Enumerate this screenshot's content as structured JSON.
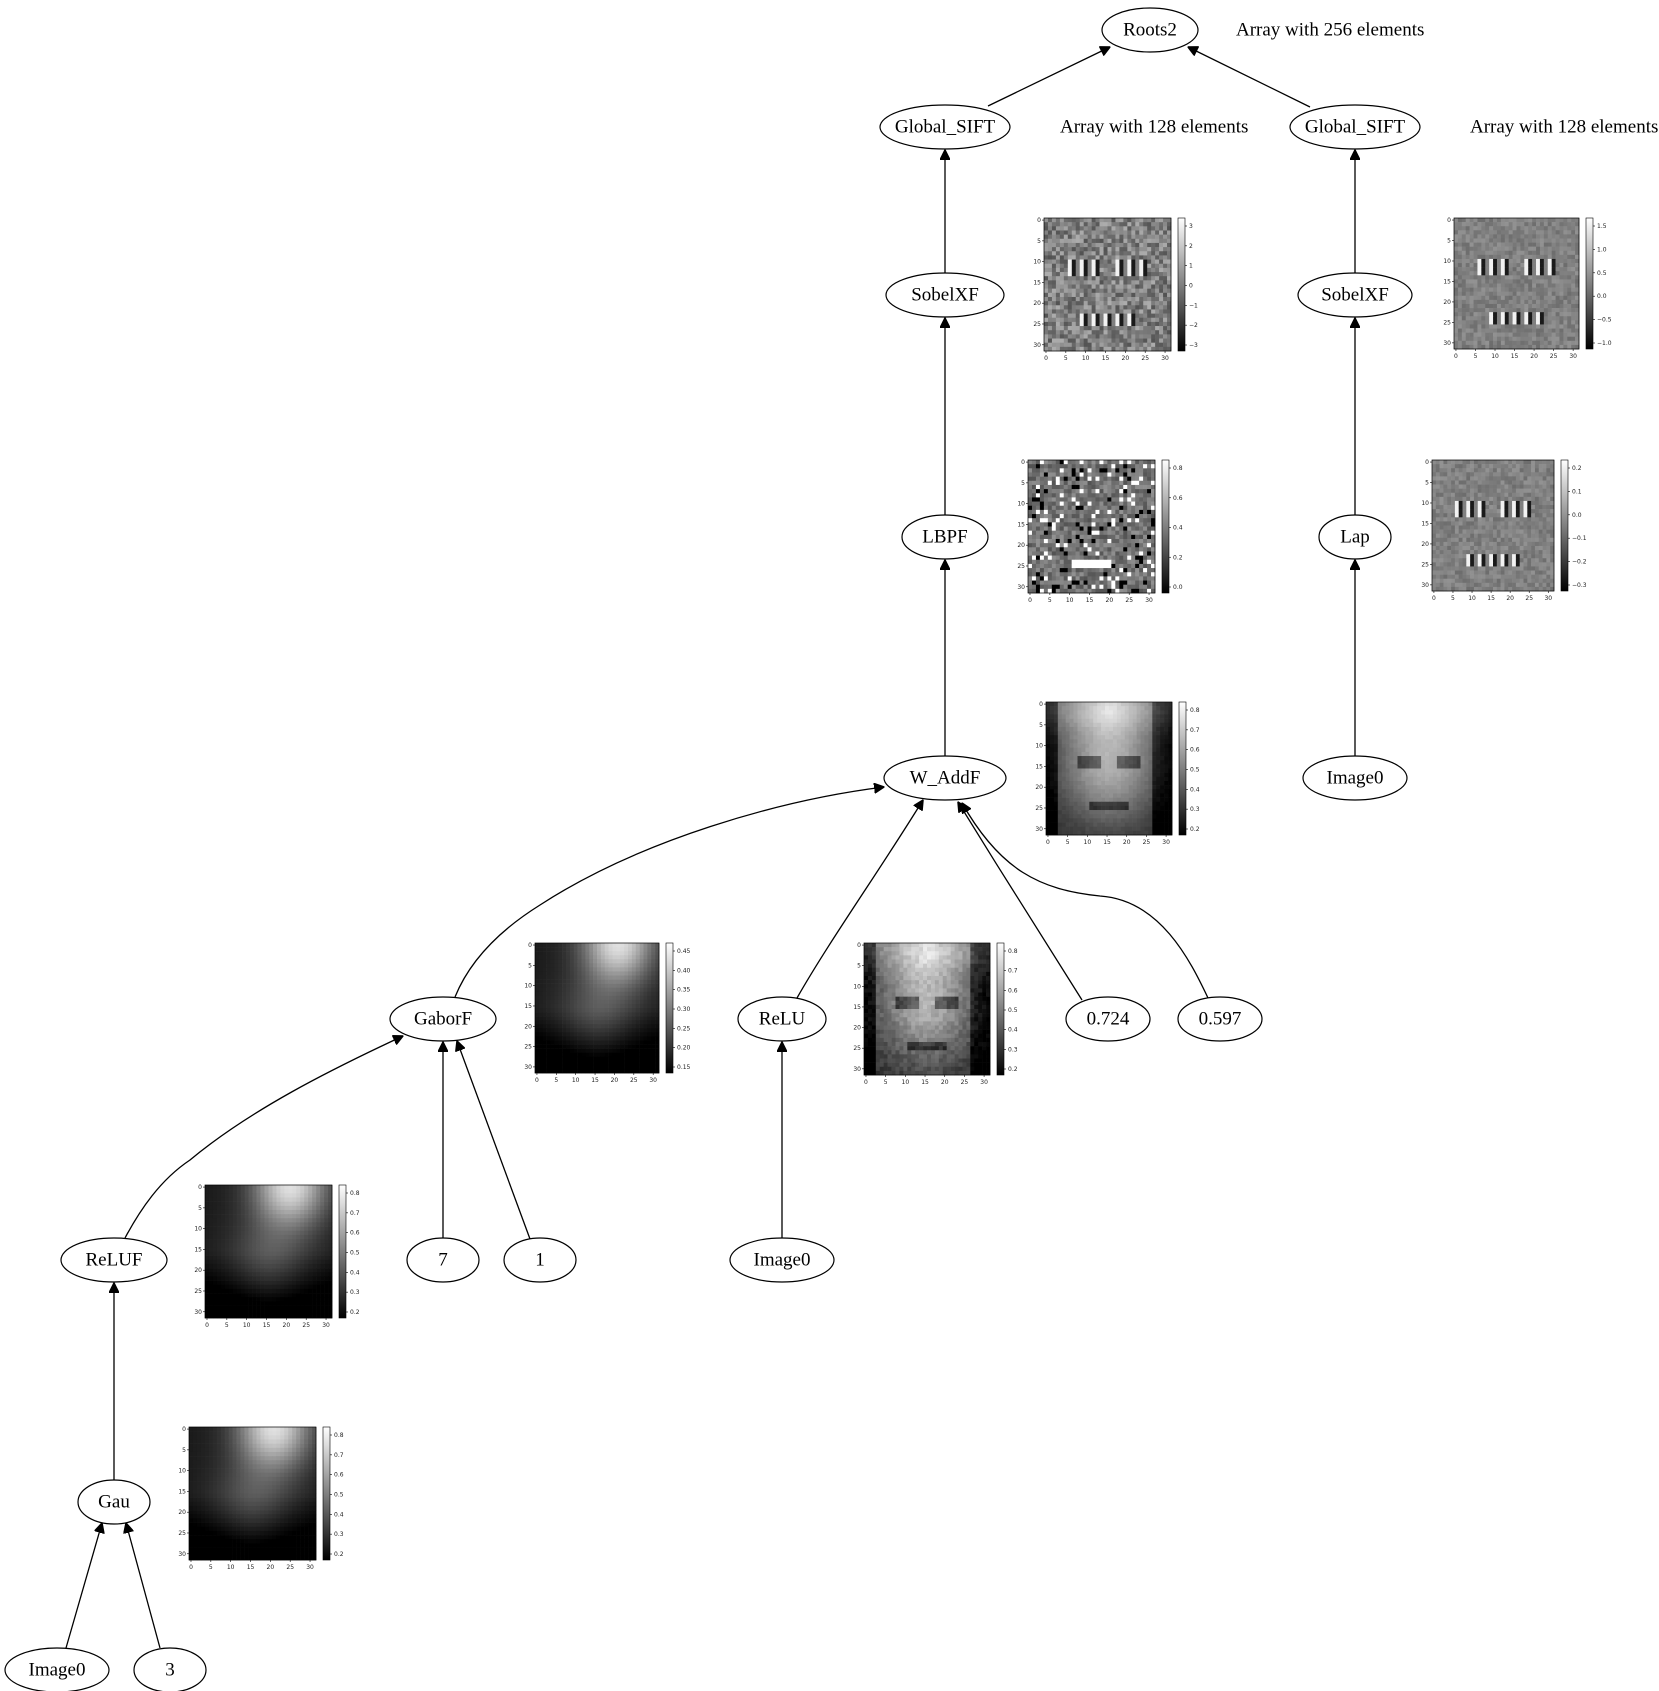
{
  "nodes": [
    {
      "id": "roots2",
      "label": "Roots2"
    },
    {
      "id": "global_sift_left",
      "label": "Global_SIFT"
    },
    {
      "id": "global_sift_right",
      "label": "Global_SIFT"
    },
    {
      "id": "sobelxf_left",
      "label": "SobelXF"
    },
    {
      "id": "sobelxf_right",
      "label": "SobelXF"
    },
    {
      "id": "lbpf",
      "label": "LBPF"
    },
    {
      "id": "lap",
      "label": "Lap"
    },
    {
      "id": "w_addf",
      "label": "W_AddF"
    },
    {
      "id": "image0_right",
      "label": "Image0"
    },
    {
      "id": "gaborf",
      "label": "GaborF"
    },
    {
      "id": "relu",
      "label": "ReLU"
    },
    {
      "id": "const_0724",
      "label": "0.724"
    },
    {
      "id": "const_0597",
      "label": "0.597"
    },
    {
      "id": "reluf",
      "label": "ReLUF"
    },
    {
      "id": "const_7",
      "label": "7"
    },
    {
      "id": "const_1",
      "label": "1"
    },
    {
      "id": "image0_mid",
      "label": "Image0"
    },
    {
      "id": "gau",
      "label": "Gau"
    },
    {
      "id": "image0_left",
      "label": "Image0"
    },
    {
      "id": "const_3",
      "label": "3"
    }
  ],
  "edges": [
    {
      "from": "global_sift_left",
      "to": "roots2"
    },
    {
      "from": "global_sift_right",
      "to": "roots2"
    },
    {
      "from": "sobelxf_left",
      "to": "global_sift_left"
    },
    {
      "from": "sobelxf_right",
      "to": "global_sift_right"
    },
    {
      "from": "lbpf",
      "to": "sobelxf_left"
    },
    {
      "from": "lap",
      "to": "sobelxf_right"
    },
    {
      "from": "w_addf",
      "to": "lbpf"
    },
    {
      "from": "image0_right",
      "to": "lap"
    },
    {
      "from": "gaborf",
      "to": "w_addf"
    },
    {
      "from": "relu",
      "to": "w_addf"
    },
    {
      "from": "const_0724",
      "to": "w_addf"
    },
    {
      "from": "const_0597",
      "to": "w_addf"
    },
    {
      "from": "reluf",
      "to": "gaborf"
    },
    {
      "from": "const_7",
      "to": "gaborf"
    },
    {
      "from": "const_1",
      "to": "gaborf"
    },
    {
      "from": "image0_mid",
      "to": "relu"
    },
    {
      "from": "gau",
      "to": "reluf"
    },
    {
      "from": "image0_left",
      "to": "gau"
    },
    {
      "from": "const_3",
      "to": "gau"
    }
  ],
  "annotations": [
    {
      "id": "roots2_note",
      "text": "Array with 256 elements"
    },
    {
      "id": "sift_left_note",
      "text": "Array with 128 elements"
    },
    {
      "id": "sift_right_note",
      "text": "Array with 128 elements"
    }
  ],
  "thumbnails": [
    {
      "id": "thumb_sobel_left",
      "node": "sobelxf_left",
      "pattern": "edges",
      "axis_ticks": [
        "0",
        "5",
        "10",
        "15",
        "20",
        "25",
        "30"
      ],
      "colorbar_ticks": [
        "3",
        "2",
        "1",
        "0",
        "−1",
        "−2",
        "−3"
      ]
    },
    {
      "id": "thumb_sobel_right",
      "node": "sobelxf_right",
      "pattern": "edges-soft",
      "axis_ticks": [
        "0",
        "5",
        "10",
        "15",
        "20",
        "25",
        "30"
      ],
      "colorbar_ticks": [
        "1.5",
        "1.0",
        "0.5",
        "0.0",
        "−0.5",
        "−1.0"
      ]
    },
    {
      "id": "thumb_lbpf",
      "node": "lbpf",
      "pattern": "binary",
      "axis_ticks": [
        "0",
        "5",
        "10",
        "15",
        "20",
        "25",
        "30"
      ],
      "colorbar_ticks": [
        "0.8",
        "0.6",
        "0.4",
        "0.2",
        "0.0"
      ]
    },
    {
      "id": "thumb_lap",
      "node": "lap",
      "pattern": "edges-soft",
      "axis_ticks": [
        "0",
        "5",
        "10",
        "15",
        "20",
        "25",
        "30"
      ],
      "colorbar_ticks": [
        "0.2",
        "0.1",
        "0.0",
        "−0.1",
        "−0.2",
        "−0.3"
      ]
    },
    {
      "id": "thumb_waddf",
      "node": "w_addf",
      "pattern": "face-blur",
      "axis_ticks": [
        "0",
        "5",
        "10",
        "15",
        "20",
        "25",
        "30"
      ],
      "colorbar_ticks": [
        "0.8",
        "0.7",
        "0.6",
        "0.5",
        "0.4",
        "0.3",
        "0.2"
      ]
    },
    {
      "id": "thumb_gaborf",
      "node": "gaborf",
      "pattern": "blob",
      "axis_ticks": [
        "0",
        "5",
        "10",
        "15",
        "20",
        "25",
        "30"
      ],
      "colorbar_ticks": [
        "0.45",
        "0.40",
        "0.35",
        "0.30",
        "0.25",
        "0.20",
        "0.15"
      ]
    },
    {
      "id": "thumb_relu",
      "node": "relu",
      "pattern": "face",
      "axis_ticks": [
        "0",
        "5",
        "10",
        "15",
        "20",
        "25",
        "30"
      ],
      "colorbar_ticks": [
        "0.8",
        "0.7",
        "0.6",
        "0.5",
        "0.4",
        "0.3",
        "0.2"
      ]
    },
    {
      "id": "thumb_reluf",
      "node": "reluf",
      "pattern": "blob",
      "axis_ticks": [
        "0",
        "5",
        "10",
        "15",
        "20",
        "25",
        "30"
      ],
      "colorbar_ticks": [
        "0.8",
        "0.7",
        "0.6",
        "0.5",
        "0.4",
        "0.3",
        "0.2"
      ]
    },
    {
      "id": "thumb_gau",
      "node": "gau",
      "pattern": "blob",
      "axis_ticks": [
        "0",
        "5",
        "10",
        "15",
        "20",
        "25",
        "30"
      ],
      "colorbar_ticks": [
        "0.8",
        "0.7",
        "0.6",
        "0.5",
        "0.4",
        "0.3",
        "0.2"
      ]
    }
  ]
}
